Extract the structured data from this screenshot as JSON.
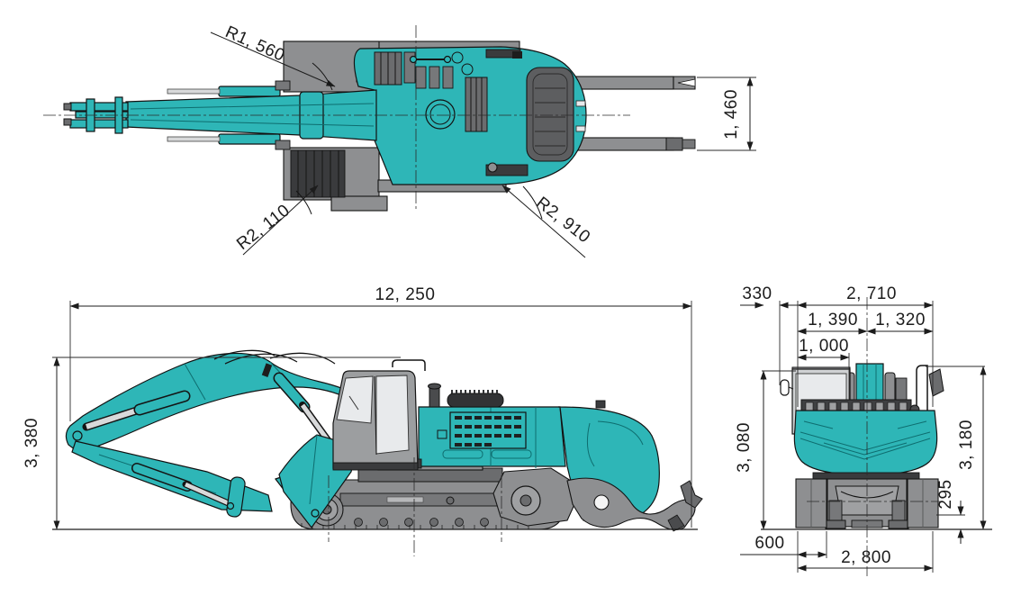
{
  "drawing": {
    "kind": "excavator-three-view-dimension-drawing",
    "colors": {
      "body_teal": "#2eb6b7",
      "teal_shadow": "#0e6d6f",
      "gray": "#8e8f91",
      "gray_dark": "#6b6c6e",
      "window": "#e8eaec",
      "line": "#141414",
      "dim_text": "#1c1c1c",
      "background": "#ffffff"
    },
    "views": {
      "top": {
        "labels": [
          {
            "id": "radius-front",
            "text": "R1, 560"
          },
          {
            "id": "width-rear-attachment",
            "text": "1, 460"
          },
          {
            "id": "radius-front-corner",
            "text": "R2, 110"
          },
          {
            "id": "radius-tail-swing",
            "text": "R2, 910"
          }
        ]
      },
      "side": {
        "labels": [
          {
            "id": "overall-length",
            "text": "12, 250"
          },
          {
            "id": "overall-height",
            "text": "3, 380"
          }
        ]
      },
      "rear": {
        "labels": [
          {
            "id": "offset-left",
            "text": "330"
          },
          {
            "id": "upper-width",
            "text": "2, 710"
          },
          {
            "id": "width-left-of-center",
            "text": "1, 390"
          },
          {
            "id": "width-right-of-center",
            "text": "1, 320"
          },
          {
            "id": "cab-width",
            "text": "1, 000"
          },
          {
            "id": "height-cab",
            "text": "3, 080"
          },
          {
            "id": "height-overall",
            "text": "3, 180"
          },
          {
            "id": "clearance",
            "text": "295"
          },
          {
            "id": "pad-width",
            "text": "600"
          },
          {
            "id": "track-overall-width",
            "text": "2, 800"
          }
        ]
      }
    }
  }
}
